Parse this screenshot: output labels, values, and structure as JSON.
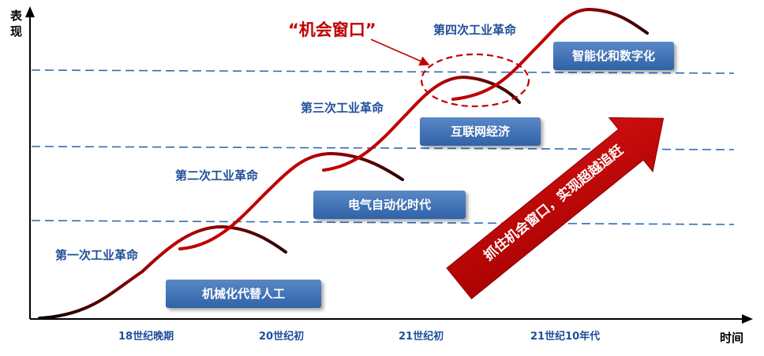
{
  "axis": {
    "y_label_line1": "表",
    "y_label_line2": "现",
    "x_label": "时间",
    "x_ticks": [
      "18世纪晚期",
      "20世纪初",
      "21世纪初",
      "21世纪10年代"
    ]
  },
  "callout": "“机会窗口”",
  "stages": [
    {
      "name": "第一次工业革命",
      "feature": "机械化代替人工"
    },
    {
      "name": "第二次工业革命",
      "feature": "电气自动化时代"
    },
    {
      "name": "第三次工业革命",
      "feature": "互联网经济"
    },
    {
      "name": "第四次工业革命",
      "feature": "智能化和数字化"
    }
  ],
  "arrow_text": "抓住机会窗口，实现超越追赶",
  "colors": {
    "curve_start": "#000000",
    "curve_end": "#c00000",
    "dashed_line": "#2e6db4",
    "callout": "#c00000",
    "stage_text": "#1f4e9a",
    "box": "#3b6db3",
    "arrow": "#c00000"
  }
}
